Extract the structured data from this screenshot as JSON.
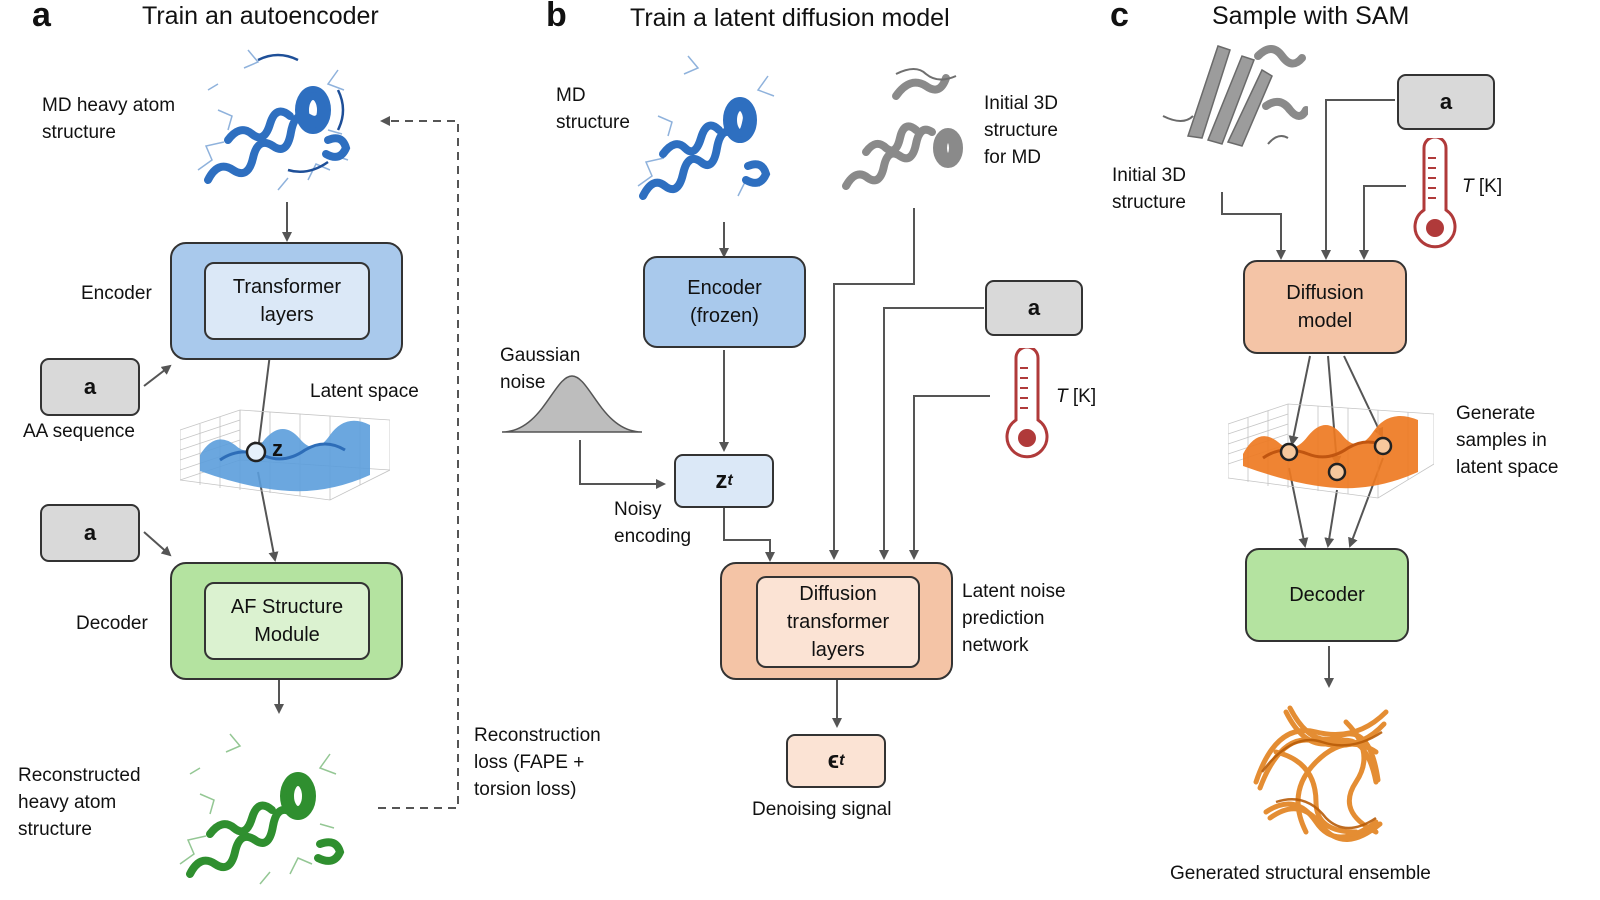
{
  "panels": {
    "a": {
      "letter": "a",
      "title": "Train an autoencoder",
      "md_label": "MD heavy atom\nstructure",
      "encoder_label": "Encoder",
      "encoder_inner": "Transformer\nlayers",
      "a_token": "a",
      "aa_sequence": "AA sequence",
      "latent_space": "Latent space",
      "z_label": "z",
      "decoder_label": "Decoder",
      "decoder_inner": "AF Structure\nModule",
      "reconstructed": "Reconstructed\nheavy atom\nstructure",
      "loss": "Reconstruction\nloss (FAPE +\ntorsion loss)"
    },
    "b": {
      "letter": "b",
      "title": "Train a latent diffusion model",
      "md_label": "MD\nstructure",
      "initial_label": "Initial 3D\nstructure\nfor MD",
      "encoder_frozen": "Encoder\n(frozen)",
      "gaussian": "Gaussian\nnoise",
      "zt_main": "z",
      "zt_sub": "t",
      "noisy": "Noisy\nencoding",
      "a_token": "a",
      "temp_T": "T",
      "temp_unit": " [K]",
      "diffusion_inner": "Diffusion\ntransformer\nlayers",
      "latent_noise": "Latent noise\nprediction\nnetwork",
      "eps_main": "ϵ",
      "eps_sub": "t",
      "denoising": "Denoising signal"
    },
    "c": {
      "letter": "c",
      "title": "Sample with SAM",
      "initial_label": "Initial 3D\nstructure",
      "a_token": "a",
      "temp_T": "T",
      "temp_unit": " [K]",
      "diffusion_model": "Diffusion\nmodel",
      "generate": "Generate\nsamples in\nlatent space",
      "decoder": "Decoder",
      "ensemble": "Generated structural ensemble"
    }
  },
  "colors": {
    "blue_box": "#a9c9ec",
    "green_box": "#b4e3a0",
    "orange_box": "#f4c4a6",
    "token_gray": "#d9d9d9",
    "thermometer_red": "#b03a3a",
    "protein_blue": "#2e6fc0",
    "protein_green": "#2f8f2f",
    "protein_gray": "#8a8a8a",
    "ensemble_orange": "#e07a10"
  },
  "icons": [
    "protein-blue-icon",
    "protein-gray-icon",
    "protein-green-icon",
    "thermometer-icon",
    "latent-surface-icon",
    "gaussian-curve-icon",
    "protein-ensemble-icon"
  ]
}
